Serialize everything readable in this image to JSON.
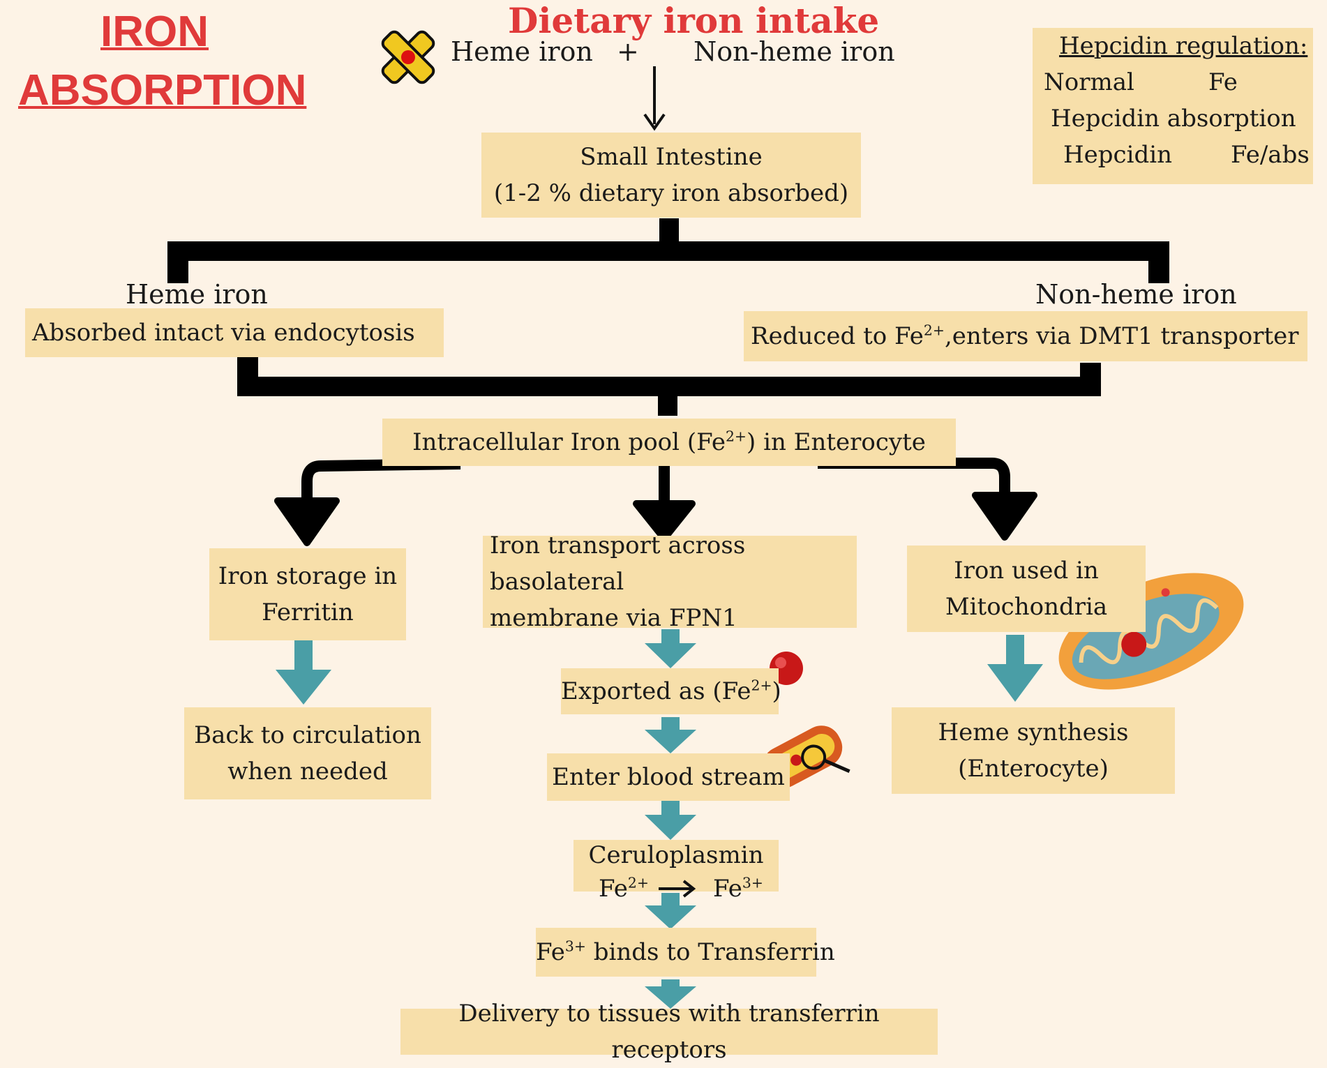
{
  "title": {
    "line1": "IRON",
    "line2": "ABSORPTION"
  },
  "intake": {
    "heading": "Dietary iron intake",
    "heme": "Heme iron",
    "plus": "+",
    "nonheme": "Non-heme iron"
  },
  "hepcidin": {
    "heading": "Hepcidin regulation:",
    "row1_a": "Normal",
    "row1_b": "Fe",
    "row2": "Hepcidin absorption",
    "row3_a": "Hepcidin",
    "row3_b": "Fe/abs"
  },
  "small_intestine": {
    "line1": "Small Intestine",
    "line2": "(1-2 % dietary iron absorbed)"
  },
  "heme_branch": {
    "heading": "Heme iron",
    "text": "Absorbed intact via endocytosis"
  },
  "nonheme_branch": {
    "heading": "Non-heme iron",
    "text_a": "Reduced to Fe",
    "sup": "2+",
    "text_b": ",enters via DMT1 transporter"
  },
  "pool": {
    "text_a": "Intracellular Iron pool (Fe",
    "sup": "2+",
    "text_b": ") in Enterocyte"
  },
  "storage": {
    "line1": "Iron storage in",
    "line2": "Ferritin"
  },
  "transport": {
    "line1": "Iron transport across basolateral",
    "line2": "membrane via FPN1"
  },
  "mito": {
    "line1": "Iron used in",
    "line2": "Mitochondria"
  },
  "circulation": {
    "line1": "Back to circulation",
    "line2": "when needed"
  },
  "exported": {
    "text_a": "Exported as (Fe",
    "sup": "2+",
    "text_b": ")"
  },
  "blood": {
    "text": "Enter blood stream"
  },
  "heme_synth": {
    "line1": "Heme synthesis",
    "line2": "(Enterocyte)"
  },
  "cerulo": {
    "line1": "Ceruloplasmin",
    "fe_a": "Fe",
    "sup_a": "2+",
    "fe_b": "Fe",
    "sup_b": "3+"
  },
  "transferrin": {
    "fe": "Fe",
    "sup": "3+",
    "text": " binds to Transferrin"
  },
  "delivery": {
    "text": "Delivery to tissues with transferrin receptors"
  },
  "colors": {
    "title_red": "#e03a3a",
    "box_fill": "#f7dfaa",
    "teal_arrow": "#4a9ea6",
    "background": "#fdf3e6"
  }
}
